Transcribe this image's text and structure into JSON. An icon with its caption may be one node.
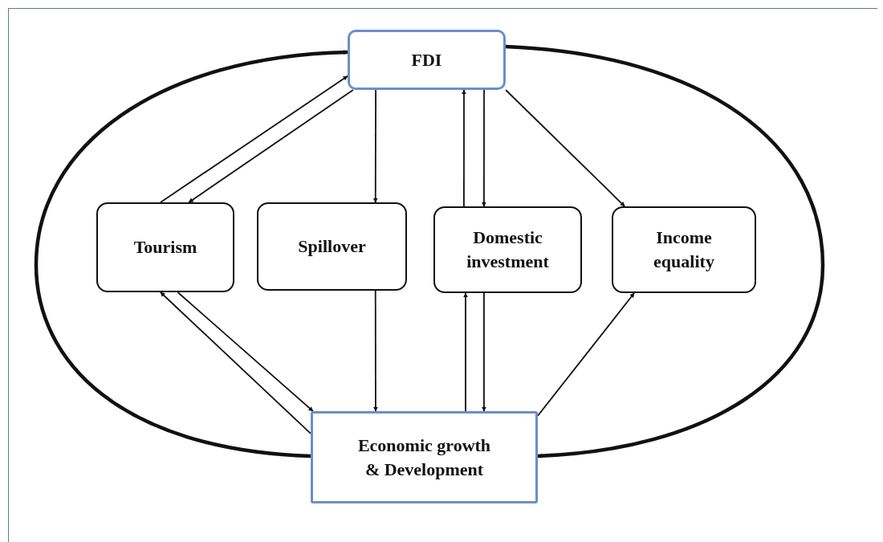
{
  "diagram": {
    "nodes": [
      {
        "text": [
          "FDI"
        ]
      },
      {
        "text": [
          "Tourism"
        ]
      },
      {
        "text": [
          "Spillover"
        ]
      },
      {
        "text": [
          "Domestic investment"
        ]
      },
      {
        "text": [
          "Income equality"
        ]
      },
      {
        "text": [
          "Economic growth & Development"
        ]
      }
    ],
    "edges": [
      {
        "from": 1,
        "to": 0,
        "arrow": "to"
      },
      {
        "from": 0,
        "to": 1,
        "arrow": "to"
      },
      {
        "from": 0,
        "to": 2,
        "arrow": "to"
      },
      {
        "from": 3,
        "to": 0,
        "arrow": "to"
      },
      {
        "from": 0,
        "to": 3,
        "arrow": "to"
      },
      {
        "from": 0,
        "to": 4,
        "arrow": "to"
      },
      {
        "from": 5,
        "to": 1,
        "arrow": "to"
      },
      {
        "from": 1,
        "to": 5,
        "arrow": "to"
      },
      {
        "from": 2,
        "to": 5,
        "arrow": "to"
      },
      {
        "from": 5,
        "to": 3,
        "arrow": "to"
      },
      {
        "from": 3,
        "to": 5,
        "arrow": "to"
      },
      {
        "from": 5,
        "to": 4,
        "arrow": "to"
      },
      {
        "from": 5,
        "to": 0,
        "arrow": "to",
        "style": "thick"
      },
      {
        "from": 0,
        "to": 5,
        "arrow": "to",
        "style": "thick"
      }
    ]
  }
}
